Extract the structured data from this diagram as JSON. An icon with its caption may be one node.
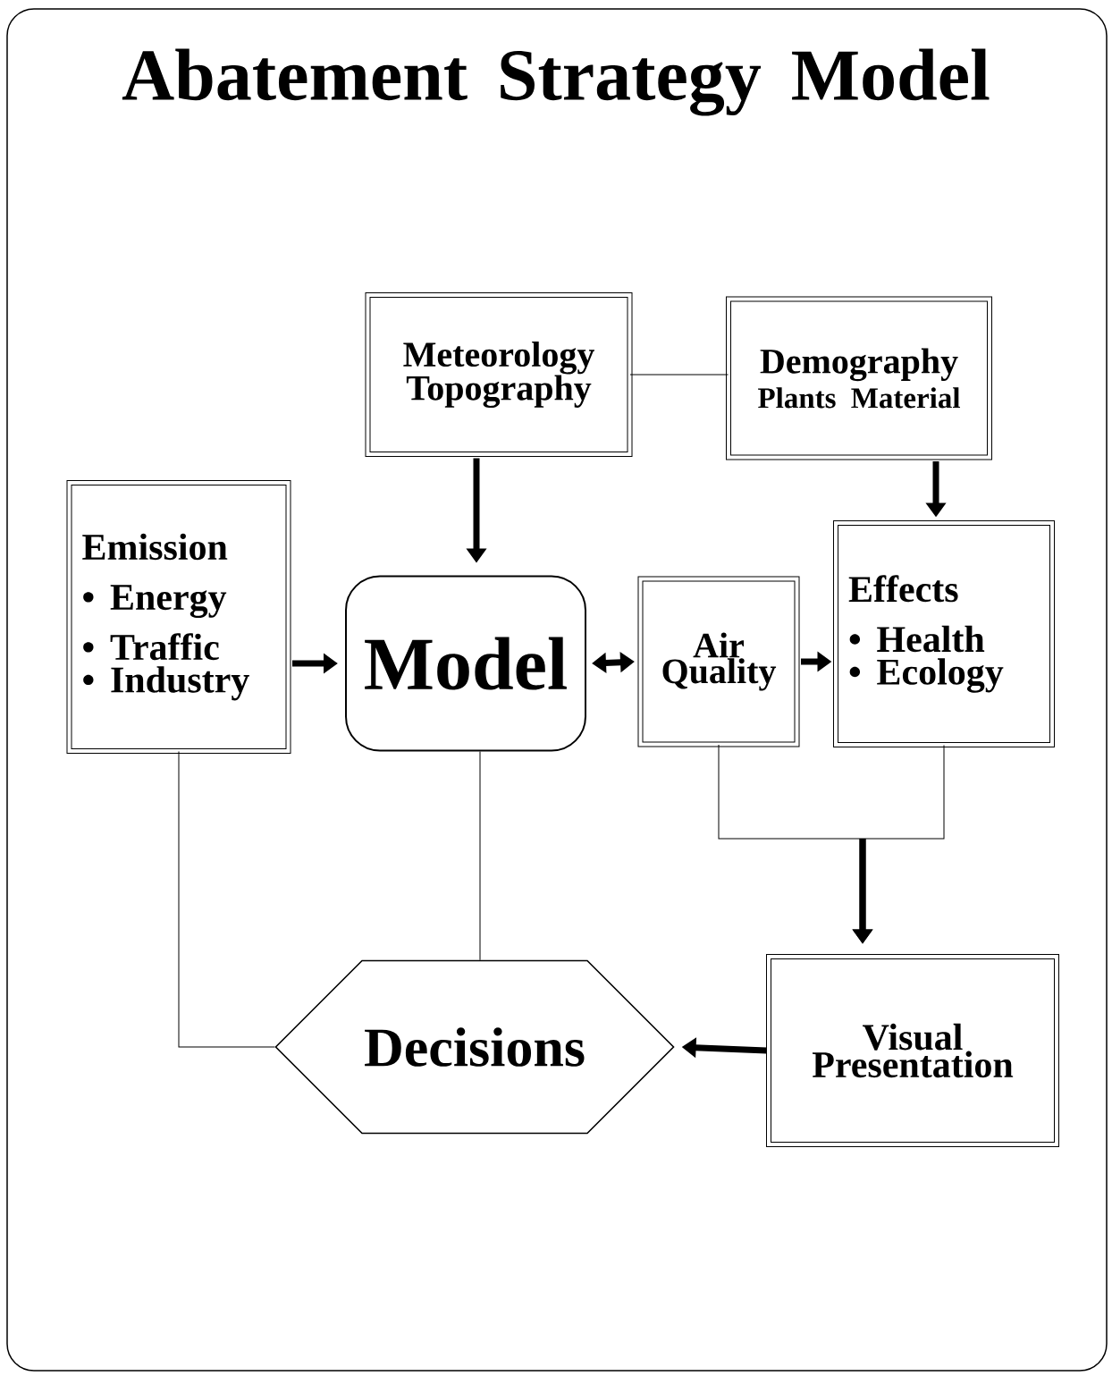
{
  "diagram": {
    "title": "Abatement Strategy Model",
    "nodes": [
      {
        "text": [
          "Meteorology Topography"
        ]
      },
      {
        "text": [
          "Demography",
          "Plants Material"
        ]
      },
      {
        "text": [
          "Emission",
          "• Energy",
          "• Traffic",
          "• Industry"
        ]
      },
      {
        "text": [
          "Model"
        ]
      },
      {
        "text": [
          "Air Quality"
        ]
      },
      {
        "text": [
          "Effects",
          "• Health",
          "• Ecology"
        ]
      },
      {
        "text": [
          "Decisions"
        ]
      },
      {
        "text": [
          "Visual Presentation"
        ]
      }
    ],
    "edges": [
      {
        "from": 0,
        "to": 3,
        "arrow": "to"
      },
      {
        "from": 0,
        "to": 1,
        "arrow": "none"
      },
      {
        "from": 1,
        "to": 5,
        "arrow": "to"
      },
      {
        "from": 2,
        "to": 3,
        "arrow": "to"
      },
      {
        "from": 3,
        "to": 4,
        "arrow": "both"
      },
      {
        "from": 4,
        "to": 5,
        "arrow": "to"
      },
      {
        "from": 4,
        "to": 7,
        "arrow": "to"
      },
      {
        "from": 5,
        "to": 7,
        "arrow": "to"
      },
      {
        "from": 7,
        "to": 6,
        "arrow": "to"
      },
      {
        "from": 2,
        "to": 6,
        "arrow": "none"
      },
      {
        "from": 3,
        "to": 6,
        "arrow": "none"
      }
    ]
  }
}
